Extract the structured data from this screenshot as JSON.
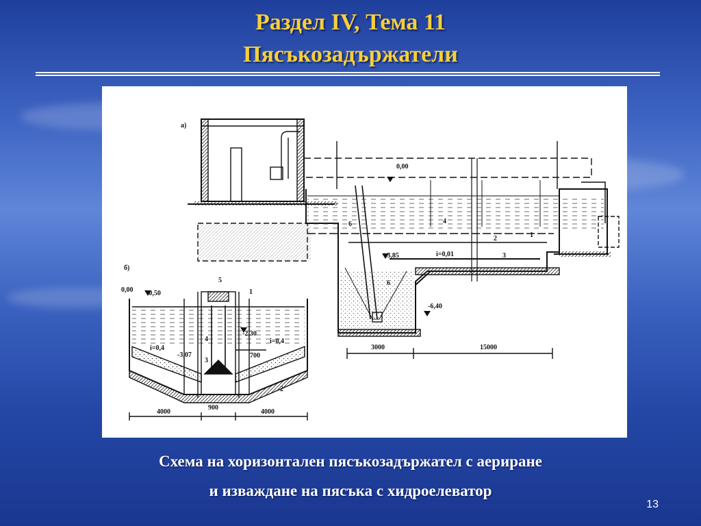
{
  "slide": {
    "title_line1": "Раздел IV, Тема 11",
    "title_line2": "Пясъкозадържатели",
    "caption_line1": "Схема на хоризонтален пясъкозадържател с аериране",
    "caption_line2": "и изваждане на пясъка с хидроелеватор",
    "page_number": "13"
  },
  "diagram": {
    "label_a": "а)",
    "label_b": "б)",
    "a_level_top": "0,00",
    "a_level_mid": "-3,85",
    "a_level_bottom": "-6,40",
    "a_slope": "i=0,01",
    "a_dim_left": "3000",
    "a_dim_right": "15000",
    "a_num_1": "1",
    "a_num_2": "2",
    "a_num_3": "3",
    "a_num_4": "4",
    "a_num_6a": "6",
    "a_num_6b": "6",
    "b_level_top": "0,00",
    "b_level_water": "-0,50",
    "b_level_left": "-3,07",
    "b_level_right": "-2,30",
    "b_slope_left": "i=0,4",
    "b_slope_right": "i=0,4",
    "b_dim_700": "700",
    "b_dim_left": "4000",
    "b_dim_mid": "900",
    "b_dim_right": "4000",
    "b_num_1": "1",
    "b_num_2": "2",
    "b_num_3": "3",
    "b_num_4": "4",
    "b_num_5": "5"
  },
  "colors": {
    "title": "#f6cf3a",
    "caption": "#ffffff",
    "figure_background": "#ffffff"
  }
}
